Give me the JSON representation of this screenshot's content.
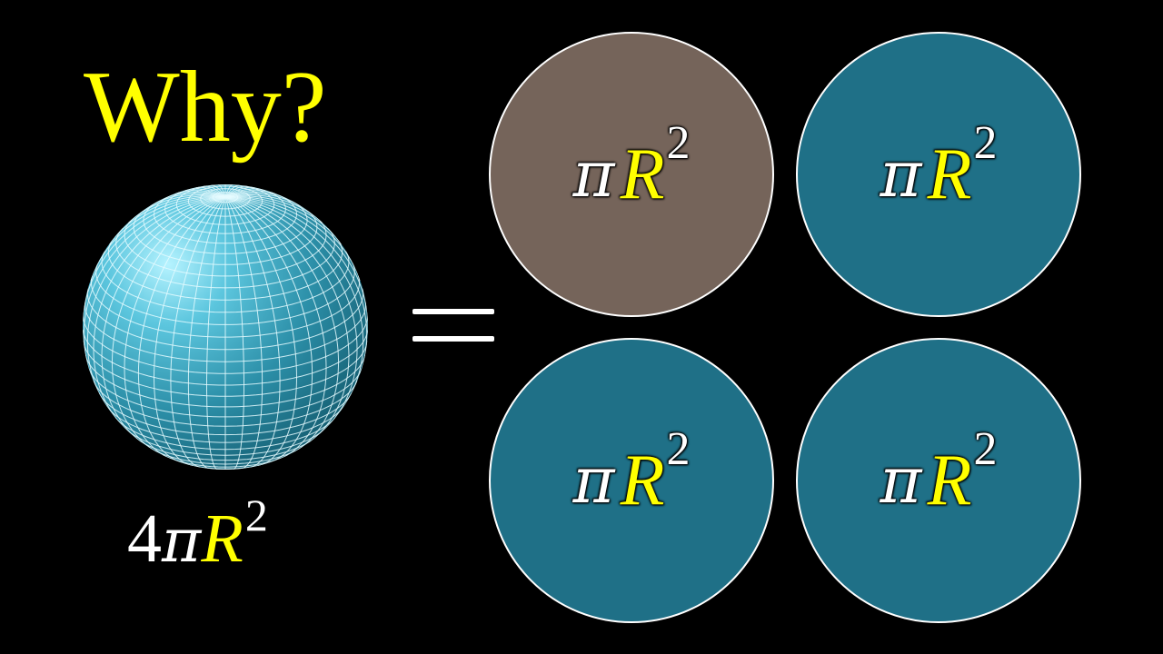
{
  "question": "Why?",
  "sphere_area": {
    "coefficient": "4",
    "pi": "π",
    "radius": "R",
    "exponent": "2"
  },
  "equals_sign": "=",
  "disks": [
    {
      "pi": "π",
      "radius": "R",
      "exponent": "2",
      "fill": "#75645a"
    },
    {
      "pi": "π",
      "radius": "R",
      "exponent": "2",
      "fill": "#1f7087"
    },
    {
      "pi": "π",
      "radius": "R",
      "exponent": "2",
      "fill": "#1f7087"
    },
    {
      "pi": "π",
      "radius": "R",
      "exponent": "2",
      "fill": "#1f7087"
    }
  ],
  "colors": {
    "background": "#000000",
    "highlight": "#ffff00",
    "sphere": "#3aa6c0",
    "disk_teal": "#1f7087",
    "disk_brown": "#75645a"
  }
}
